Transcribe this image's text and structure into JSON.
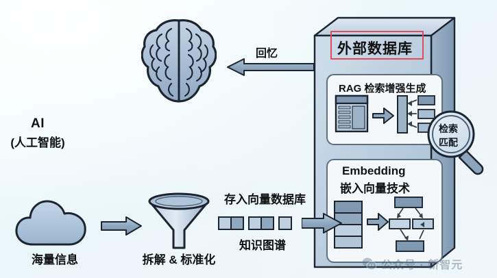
{
  "diagram": {
    "title_hidden": "",
    "brain": {
      "label": "AI",
      "sublabel": "(人工智能)",
      "icon": "brain-icon"
    },
    "recall_arrow": {
      "label": "回忆",
      "direction": "left"
    },
    "database": {
      "title": "外部数据库",
      "title_border_color": "#e04c5c",
      "rag": {
        "title": "RAG 检索增强生成",
        "document_icon": "document-icon",
        "arrow_icon": "right-arrow-icon",
        "index_nodes": 3
      },
      "embedding": {
        "title_en": "Embedding",
        "title_cn": "嵌入向量技术",
        "stack_rows": 4,
        "arrow_icon": "right-arrow-icon",
        "graph_nodes": 4
      }
    },
    "magnifier": {
      "line1": "检索",
      "line2": "匹配",
      "icon": "magnifier-icon"
    },
    "pipeline": {
      "cloud": {
        "label": "海量信息",
        "icon": "cloud-icon"
      },
      "arrow1": "right-arrow-icon",
      "funnel": {
        "label": "拆解 & 标准化",
        "icon": "funnel-icon"
      },
      "vectors": {
        "top_label": "存入向量数据库",
        "bottom_label": "知识图谱",
        "block_pairs": 3
      },
      "arrow2": "right-arrow-icon"
    },
    "watermark": {
      "text": "公众号 · 新智元",
      "icon": "chat-bubble-icon"
    },
    "colors": {
      "steel_light": "#b9cde0",
      "steel_mid": "#8fa8c0",
      "steel_dark": "#6b8199",
      "outline": "#1b2430",
      "panel_bg": "#f4f8fb",
      "accent_red": "#e04c5c"
    }
  }
}
